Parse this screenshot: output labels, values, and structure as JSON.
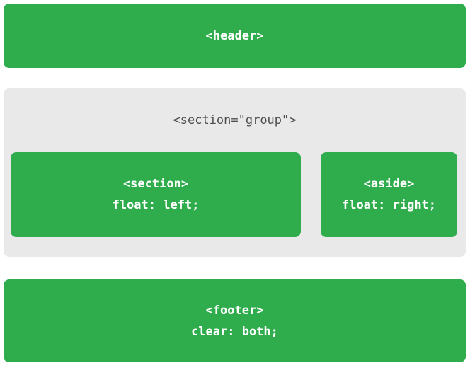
{
  "colors": {
    "box_green": "#2fad4d",
    "group_background": "#e9e9e9",
    "group_label_text": "#4d4d4d",
    "box_text": "#ffffff",
    "page_background": "#ffffff"
  },
  "header": {
    "label": "<header>"
  },
  "group": {
    "label": "<section=\"group\">",
    "section_box": {
      "tag": "<section>",
      "rule": "float: left;"
    },
    "aside_box": {
      "tag": "<aside>",
      "rule": "float: right;"
    }
  },
  "footer": {
    "tag": "<footer>",
    "rule": "clear: both;"
  }
}
